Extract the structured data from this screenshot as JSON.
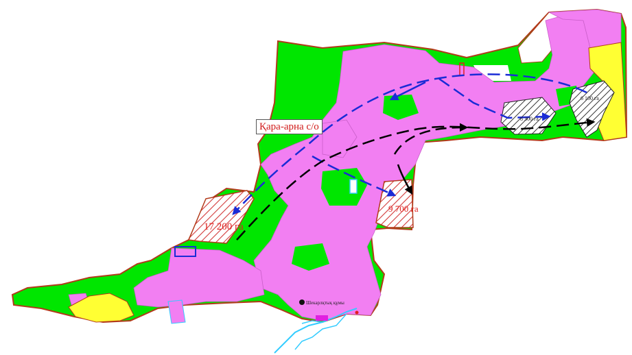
{
  "map": {
    "village_label": "Қара-арна с/о",
    "areas": [
      {
        "id": "west",
        "label": "17 200 га"
      },
      {
        "id": "south",
        "label": "9 700 га"
      },
      {
        "id": "east",
        "label": "6 100 га"
      },
      {
        "id": "center",
        "label": "8 300 га"
      }
    ],
    "point_label": "Шекарлқтық құмы"
  },
  "colors": {
    "pasture": "#00e600",
    "arable": "#f27ff2",
    "sand": "#ffff33",
    "boundary": "#b23a1a",
    "hatch": "#d23a3a",
    "river": "#33ccff",
    "arrow_blue": "#1a2bd6",
    "arrow_black": "#000000"
  }
}
